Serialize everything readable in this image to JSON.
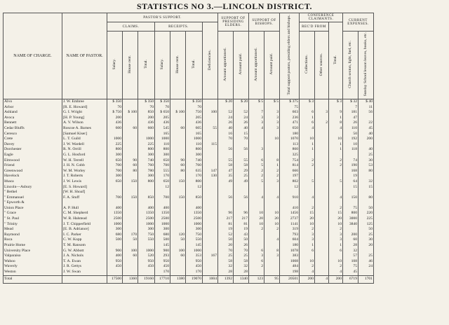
{
  "title": "STATISTICS NO 3.—LINCOLN DISTRICT.",
  "headers": {
    "name_of_charge": "NAME OF CHARGE.",
    "name_of_pastor": "NAME OF PASTOR.",
    "pastors_support": "PASTOR'S SUPPORT.",
    "claims": "CLAIMS.",
    "receipts": "RECEIPTS.",
    "presiding_elders": "SUPPORT OF PRESIDING ELDERS.",
    "bishops": "SUPPORT OF BISHOPS.",
    "conference_claimants": "CONFERENCE CLAIMANTS.",
    "recd_from": "REC'D FROM",
    "current_expenses": "CURRENT EXPENSES.",
    "cols": {
      "salary": "Salary.",
      "house_rent": "House rent.",
      "total": "Total.",
      "r_salary": "Salary.",
      "r_house_rent": "House rent.",
      "r_total": "Total.",
      "deficiencies": "Deficiencies.",
      "pe_apportioned": "Amount apportioned.",
      "pe_paid": "Amount paid.",
      "b_apportioned": "Amount apportioned.",
      "b_paid": "Amount paid.",
      "total_support": "Total support pastors, presiding elders and bishops.",
      "collections": "Collections.",
      "other_sources": "Other sources.",
      "total_cc": "Total.",
      "church_expenses": "Church sexton, light, fuel, etc.",
      "sunday_school": "Sunday School lesson leaves, books, etc."
    }
  },
  "rows": [
    {
      "c": "Alvo",
      "p": "J. W. Embree",
      "v": [
        "$ 350",
        "",
        "$ 350",
        "$ 350",
        "",
        "$ 350",
        "",
        "$ 20",
        "$ 20",
        "$ 5",
        "$ 5",
        "$ 375",
        "$ 3",
        "",
        "$ 3",
        "$ 32",
        "$ 40"
      ]
    },
    {
      "c": "Arbor",
      "p": "[R. E. Howard]",
      "v": [
        "70",
        "",
        "70",
        "70",
        "",
        "70",
        "",
        "",
        "",
        "",
        "",
        "75",
        "",
        "",
        "",
        "7",
        "11"
      ]
    },
    {
      "c": "Ashland",
      "p": "G. I. Wright",
      "v": [
        "$ 750",
        "$ 100",
        "850",
        "$ 650",
        "$ 100",
        "750",
        "100",
        "52",
        "52",
        "7",
        "3",
        "603",
        "6",
        "3",
        "9",
        "181",
        "56"
      ]
    },
    {
      "c": "Avoca",
      "p": "[H. P. Young]",
      "v": [
        "200",
        "",
        "200",
        "205",
        "",
        "205",
        "",
        "24",
        "24",
        "3",
        "3",
        "236",
        "1",
        "",
        "1",
        "47",
        ""
      ]
    },
    {
      "c": "Bennett",
      "p": "A. V. Wilson",
      "v": [
        "436",
        "",
        "436",
        "436",
        "",
        "436",
        "",
        "26",
        "26",
        "3",
        "3",
        "471",
        "6",
        "2",
        "8",
        "26",
        "22"
      ]
    },
    {
      "c": "Cedar Bluffs",
      "p": "Roscoe A. Barnes",
      "v": [
        "600",
        "60",
        "660",
        "545",
        "60",
        "605",
        "55",
        "40",
        "40",
        "4",
        "3",
        "650",
        "4",
        "",
        "4",
        "110",
        "45"
      ]
    },
    {
      "c": "Ceresco",
      "p": "[Samuel Kiser]",
      "v": [
        "",
        "",
        "",
        "165",
        "",
        "165",
        "",
        "16",
        "15",
        "",
        "",
        "180",
        "",
        "",
        "",
        "50",
        "40"
      ]
    },
    {
      "c": "Crete",
      "p": "L. T. Guild",
      "v": [
        "1000",
        "",
        "1000",
        "1000",
        "",
        "1000",
        "",
        "70",
        "70",
        "",
        "10",
        "1070",
        "10",
        "",
        "10",
        "192",
        "200"
      ]
    },
    {
      "c": "Davey",
      "p": "J. W. Wardell",
      "v": [
        "225",
        "",
        "225",
        "110",
        "",
        "110",
        "115",
        "",
        "",
        "",
        "",
        "113",
        "1",
        "",
        "1",
        "10",
        ""
      ]
    },
    {
      "c": "Dorchester",
      "p": "R. N. Orrill",
      "v": [
        "800",
        "",
        "800",
        "800",
        "",
        "800",
        "",
        "56",
        "56",
        "3",
        "",
        "860",
        "1",
        "",
        "1",
        "118",
        "40"
      ]
    },
    {
      "c": "Eagle",
      "p": "G. L. Hosford",
      "v": [
        "300",
        "",
        "300",
        "300",
        "",
        "300",
        "",
        "",
        "",
        "",
        "",
        "325",
        "",
        "",
        "",
        "",
        "25"
      ]
    },
    {
      "c": "Elmwood",
      "p": "W. H. Terrell",
      "v": [
        "650",
        "90",
        "740",
        "650",
        "90",
        "740",
        "",
        "55",
        "55",
        "6",
        "8",
        "754",
        "2",
        "",
        "2",
        "74",
        "30"
      ]
    },
    {
      "c": "Friend",
      "p": "J. H. N. Cobb",
      "v": [
        "700",
        "60",
        "760",
        "700",
        "60",
        "760",
        "",
        "58",
        "58",
        "5",
        "1",
        "814",
        "2",
        "",
        "2",
        "190",
        "53"
      ]
    },
    {
      "c": "Greenwood",
      "p": "W. M. Worley",
      "v": [
        "700",
        "80",
        "780",
        "555",
        "80",
        "635",
        "147",
        "47",
        "29",
        "2",
        "2",
        "666",
        "",
        "",
        "",
        "168",
        "80"
      ]
    },
    {
      "c": "Havelock",
      "p": "J. T. Roberts",
      "v": [
        "300",
        "",
        "300",
        "170",
        "",
        "170",
        "130",
        "35",
        "25",
        "2",
        "2",
        "197",
        "",
        "",
        "",
        "19",
        ""
      ]
    },
    {
      "c": "Ithaca",
      "p": "J. W. Lewis",
      "v": [
        "650",
        "150",
        "800",
        "650",
        "150",
        "800",
        "",
        "49",
        "49",
        "5",
        "3",
        "802",
        "5",
        "",
        "5",
        "64",
        "32"
      ]
    },
    {
      "c": "Lincoln—Asbury",
      "p": "[E. S. Howard]",
      "v": [
        "",
        "",
        "",
        "12",
        "",
        "12",
        "",
        "",
        "",
        "",
        "",
        "12",
        "",
        "",
        "",
        "15",
        "15"
      ]
    },
    {
      "c": "  \" Bethel",
      "p": "[W. H. Shoaf]",
      "v": [
        "",
        "",
        "",
        "",
        "",
        "",
        "",
        "",
        "",
        "",
        "",
        "",
        "",
        "",
        "",
        "",
        ""
      ]
    },
    {
      "c": "  \" Emmanuel",
      "p": "F. A. Stuff",
      "v": [
        "700",
        "150",
        "850",
        "700",
        "150",
        "850",
        "",
        "56",
        "56",
        "4",
        "4",
        "910",
        "4",
        "",
        "4",
        "150",
        "80"
      ]
    },
    {
      "c": "  \" Epworth &",
      "p": "",
      "v": [
        "",
        "",
        "",
        "",
        "",
        "",
        "",
        "",
        "",
        "",
        "",
        "",
        "",
        "",
        "",
        "",
        ""
      ]
    },
    {
      "c": "      Union Place",
      "p": "A. P. Hull",
      "v": [
        "400",
        "",
        "400",
        "400",
        "",
        "400",
        "",
        "",
        "",
        "",
        "",
        "410",
        "2",
        "",
        "2",
        "75",
        "50"
      ]
    },
    {
      "c": "  \" Grace",
      "p": "C. M. Shepherd",
      "v": [
        "1350",
        "",
        "1350",
        "1350",
        "",
        "1350",
        "",
        "96",
        "96",
        "10",
        "10",
        "1456",
        "15",
        "",
        "15",
        "800",
        "220"
      ]
    },
    {
      "c": "  \" St. Paul",
      "p": "W. R. Halstead",
      "v": [
        "2500",
        "",
        "2500",
        "2500",
        "",
        "2500",
        "",
        "217",
        "217",
        "20",
        "20",
        "2737",
        "20",
        "",
        "20",
        "3000",
        "225"
      ]
    },
    {
      "c": "  \" Trinity",
      "p": "J. T. Chipperfield",
      "v": [
        "1000",
        "",
        "1000",
        "1000",
        "",
        "1000",
        "",
        "81",
        "81",
        "10",
        "10",
        "1141",
        "10",
        "",
        "10",
        "3840",
        "125"
      ]
    },
    {
      "c": "Mead",
      "p": "[E. B. Adriance]",
      "v": [
        "300",
        "",
        "300",
        "300",
        "",
        "300",
        "",
        "19",
        "19",
        "2",
        "2",
        "319",
        "2",
        "",
        "2",
        "",
        "50"
      ]
    },
    {
      "c": "Raymond",
      "p": "I. C. Parker",
      "v": [
        "680",
        "170",
        "750",
        "680",
        "120",
        "750",
        "",
        "52",
        "43",
        "",
        "",
        "793",
        "3",
        "",
        "3",
        "200",
        "25"
      ]
    },
    {
      "c": "Roca",
      "p": "C. W. Kopp",
      "v": [
        "500",
        "50",
        "550",
        "500",
        "50",
        "550",
        "",
        "50",
        "50",
        "",
        "4",
        "604",
        "3",
        "",
        "3",
        "60",
        "30"
      ]
    },
    {
      "c": "Prairie Home",
      "p": "T. M. Ransom",
      "v": [
        "",
        "",
        "",
        "145",
        "",
        "145",
        "",
        "20",
        "26",
        "",
        "",
        "180",
        "1",
        "",
        "1",
        "28",
        "20"
      ]
    },
    {
      "c": "University Place",
      "p": "G. W. Abbott",
      "v": [
        "900",
        "100",
        "1000",
        "900",
        "100",
        "1000",
        "",
        "70",
        "70",
        "6",
        "8",
        "1078",
        "6",
        "",
        "6",
        "32",
        ""
      ]
    },
    {
      "c": "Valparaiso",
      "p": "J. A. Nichols",
      "v": [
        "400",
        "60",
        "520",
        "293",
        "60",
        "353",
        "167",
        "25",
        "25",
        "3",
        "3",
        "383",
        "",
        "",
        "",
        "57",
        "25"
      ]
    },
    {
      "c": "Wahoo",
      "p": "T. A. Ewan",
      "v": [
        "950",
        "",
        "950",
        "950",
        "",
        "950",
        "",
        "58",
        "58",
        "6",
        "",
        "1008",
        "10",
        "",
        "10",
        "108",
        "46"
      ]
    },
    {
      "c": "Waverly",
      "p": "J. R. Gettys",
      "v": [
        "450",
        "",
        "450",
        "450",
        "",
        "450",
        "",
        "32",
        "32",
        "2",
        "",
        "484",
        "2",
        "",
        "2",
        "75",
        "24"
      ]
    },
    {
      "c": "Weston",
      "p": "J. W. Swan",
      "v": [
        "",
        "",
        "",
        "170",
        "",
        "170",
        "",
        "28",
        "28",
        "",
        "",
        "198",
        "4",
        "",
        "4",
        "45",
        ""
      ]
    }
  ],
  "total": {
    "c": "Total",
    "p": "",
    "v": [
      "17500",
      "1360",
      "19160",
      "17710",
      "1380",
      "19070",
      "1004",
      "1392",
      "1340",
      "123",
      "95",
      "20501",
      "200",
      "4",
      "200",
      "6719",
      "1701"
    ]
  }
}
